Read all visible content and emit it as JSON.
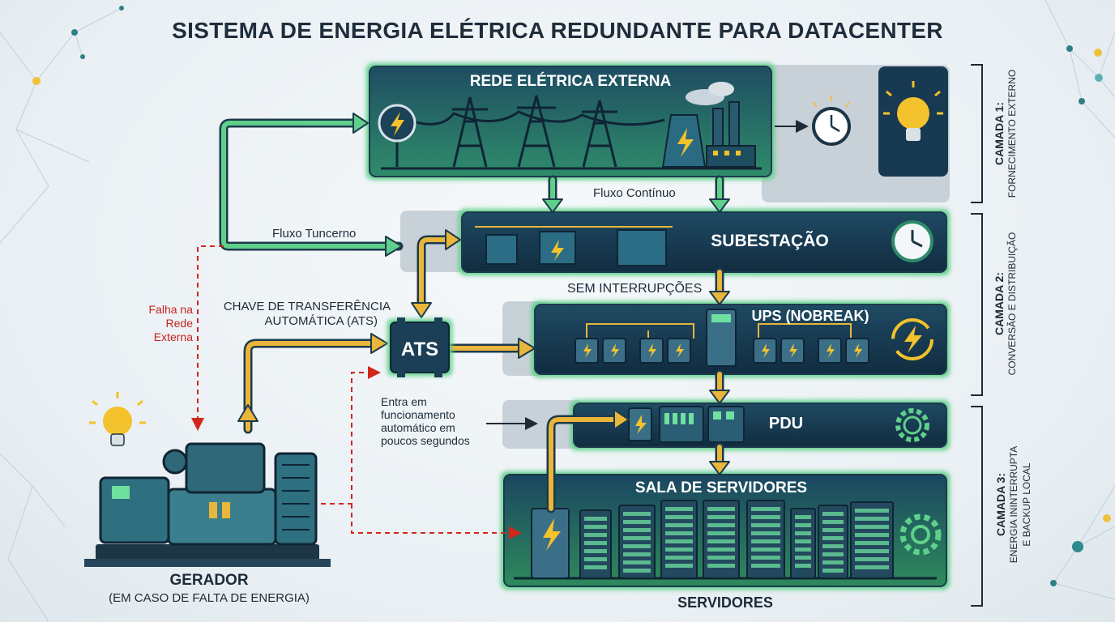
{
  "title": "SISTEMA DE ENERGIA ELÉTRICA REDUNDANTE PARA DATACENTER",
  "boxes": {
    "grid": "REDE ELÉTRICA EXTERNA",
    "substation": "SUBESTAÇÃO",
    "ups": "UPS (NOBREAK)",
    "pdu": "PDU",
    "server_room": "SALA DE SERVIDORES",
    "ats": "ATS"
  },
  "labels": {
    "flow_continuous": "Fluxo Contínuo",
    "flow_other": "Fluxo Tuncerno",
    "no_interruptions": "SEM INTERRUPÇÕES",
    "ats_line1": "CHAVE DE TRANSFERÊNCIA",
    "ats_line2": "AUTOMÁTICA (ATS)",
    "failure_line1": "Falha na",
    "failure_line2": "Rede",
    "failure_line3": "Externa",
    "auto_line1": "Entra em",
    "auto_line2": "funcionamento",
    "auto_line3": "automático em",
    "auto_line4": "poucos segundos",
    "generator": "GERADOR",
    "generator_sub": "(EM CASO DE FALTA DE ENERGIA)",
    "servers": "SERVIDORES"
  },
  "layers": [
    {
      "title": "CAMADA 1:",
      "sub1": "FORNECIMENTO EXTERNO",
      "sub2": ""
    },
    {
      "title": "CAMADA 2:",
      "sub1": "CONVERSÃO E DISTRIBUIÇÃO",
      "sub2": ""
    },
    {
      "title": "CAMADA 3:",
      "sub1": "ENERGIA ININTERRUPTA",
      "sub2": "E BACKUP LOCAL"
    }
  ],
  "colors": {
    "panel": "#173a52",
    "panel_glow": "#5fd08a",
    "arrow_fill": "#e9b53a",
    "arrow_outline": "#1c3a4c",
    "green_arrow": "#39c07a",
    "failure_red": "#d2261d",
    "bolt": "#f3c22c",
    "gray_band": "#c9d1d8"
  }
}
